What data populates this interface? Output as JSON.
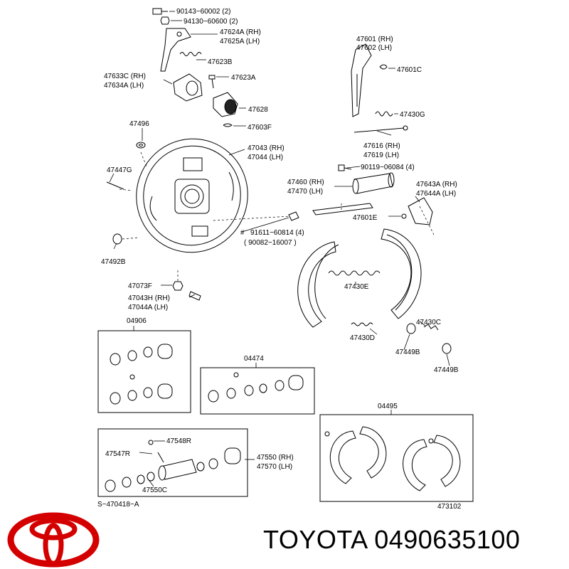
{
  "labels": {
    "p90143": "90143−60002 (2)",
    "p94130": "94130−60600 (2)",
    "p47624a": "47624A (RH)",
    "p47625a": "47625A (LH)",
    "p47623b": "47623B",
    "p47633c": "47633C (RH)",
    "p47634a": "47634A (LH)",
    "p47623a": "47623A",
    "p47628": "47628",
    "p47603f": "47603F",
    "p47496": "47496",
    "p47043": "47043 (RH)",
    "p47044": "47044 (LH)",
    "p47447g": "47447G",
    "p91611": "91611−60814 (4)",
    "p90082": "( 90082−16007 )",
    "hash": "#",
    "p47492b": "47492B",
    "p47073f": "47073F",
    "p47043h": "47043H (RH)",
    "p47044a": "47044A (LH)",
    "p47601": "47601 (RH)",
    "p47602": "47602 (LH)",
    "p47601c": "47601C",
    "p47430g": "47430G",
    "p47616": "47616 (RH)",
    "p47619": "47619 (LH)",
    "p90119": "90119−06084 (4)",
    "p47460": "47460 (RH)",
    "p47470": "47470 (LH)",
    "p47643a": "47643A (RH)",
    "p47644a": "47644A (LH)",
    "p47601e": "47601E",
    "p47430e": "47430E",
    "p47430c": "47430C",
    "p47430d": "47430D",
    "p47449b_1": "47449B",
    "p47449b_2": "47449B",
    "kit04906": "04906",
    "kit04474": "04474",
    "kit04495": "04495",
    "p47548r": "47548R",
    "p47547r": "47547R",
    "p47550": "47550 (RH)",
    "p47570": "47570 (LH)",
    "p47550c": "47550C",
    "diagram_ref": "S−470418−A",
    "diagram_num": "473102"
  },
  "footer": {
    "brand_part": "TOYOTA 0490635100"
  },
  "colors": {
    "logo": "#d40000",
    "line": "#000000",
    "background": "#ffffff"
  }
}
